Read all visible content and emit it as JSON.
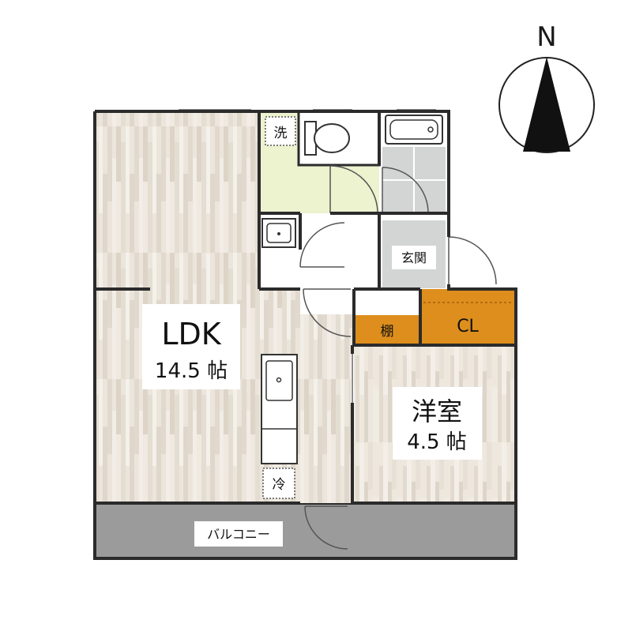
{
  "compass": {
    "label": "N"
  },
  "rooms": {
    "ldk": {
      "name": "LDK",
      "size": "14.5 帖"
    },
    "western_room": {
      "name": "洋室",
      "size": "4.5 帖"
    },
    "entrance": {
      "name": "玄関"
    },
    "closet": {
      "name": "CL"
    },
    "shelf": {
      "name": "棚"
    },
    "washer_space": {
      "name": "洗"
    },
    "fridge_space": {
      "name": "冷"
    },
    "balcony": {
      "name": "バルコニー"
    }
  },
  "colors": {
    "wood_floor": "#ebe5dc",
    "toilet_floor": "#edf2cf",
    "tile_floor": "#d3d4d4",
    "closet": "#dd8e1c",
    "balcony": "#9b9b9b",
    "wall": "#2b2b2b"
  }
}
